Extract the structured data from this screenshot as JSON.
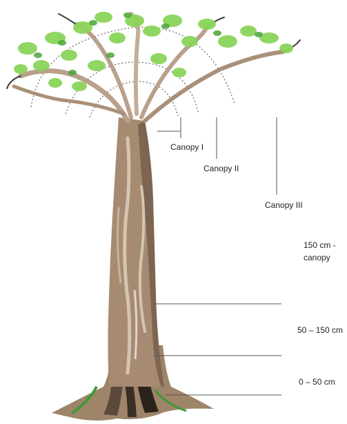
{
  "labels": {
    "canopy_1": "Canopy I",
    "canopy_2": "Canopy II",
    "canopy_3": "Canopy III",
    "zone_top_line1": "150 cm -",
    "zone_top_line2": "canopy",
    "zone_middle": "50 – 150 cm",
    "zone_bottom": "0 – 50 cm"
  },
  "colors": {
    "trunk": "#a68b72",
    "trunk_shadow": "#7d6552",
    "bark_highlight": "#d6c4b2",
    "leaf": "#8bd45a",
    "leaf_dark": "#4aa536",
    "branch_dark": "#3a3a3a",
    "guide_line": "#555555",
    "root_shadow": "#2b221c",
    "moss": "#3c9a3a"
  }
}
